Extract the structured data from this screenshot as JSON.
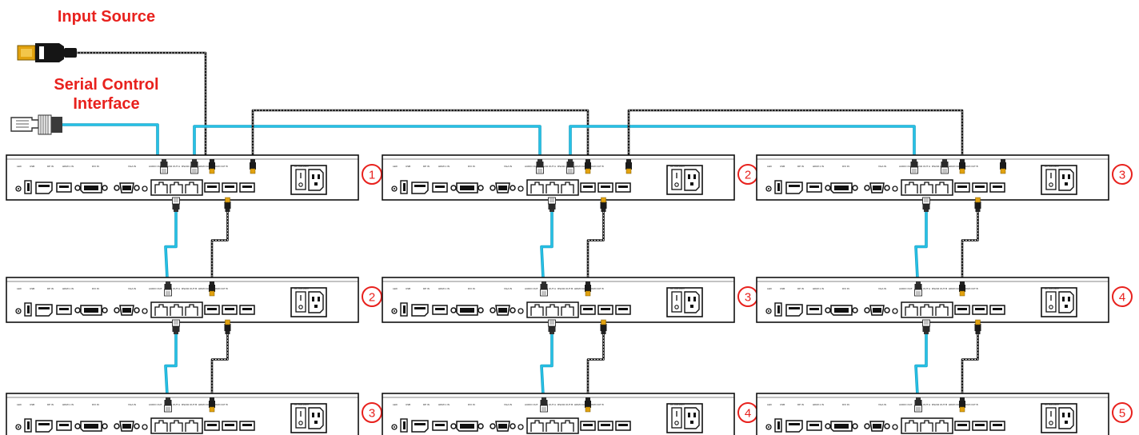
{
  "labels": {
    "input_source": "Input Source",
    "serial_control_line1": "Serial Control",
    "serial_control_line2": "Interface"
  },
  "panel_labels": [
    "LED",
    "USB",
    "DP IN",
    "HDMI 1 IN",
    "DVI IN",
    "VGA IN",
    "AUDIO OUT",
    "RS232 OUT A",
    "RS232 OUT B",
    "HDMI OUT A",
    "HDMI OUT B",
    "AC 100-240V"
  ],
  "units": [
    {
      "row": 0,
      "col": 0,
      "number": "1"
    },
    {
      "row": 0,
      "col": 1,
      "number": "2"
    },
    {
      "row": 0,
      "col": 2,
      "number": "3"
    },
    {
      "row": 1,
      "col": 0,
      "number": "2"
    },
    {
      "row": 1,
      "col": 1,
      "number": "3"
    },
    {
      "row": 1,
      "col": 2,
      "number": "4"
    },
    {
      "row": 2,
      "col": 0,
      "number": "3"
    },
    {
      "row": 2,
      "col": 1,
      "number": "4"
    },
    {
      "row": 2,
      "col": 2,
      "number": "5"
    }
  ],
  "colors": {
    "badge": "#e8211d",
    "serial_cable": "#26c1e6",
    "hdmi_cable": "#111111",
    "connector_gold": "#e2a20f"
  },
  "icons": [
    "hdmi-plug-icon",
    "rj45-plug-icon",
    "power-switch-icon",
    "ac-inlet-icon"
  ]
}
